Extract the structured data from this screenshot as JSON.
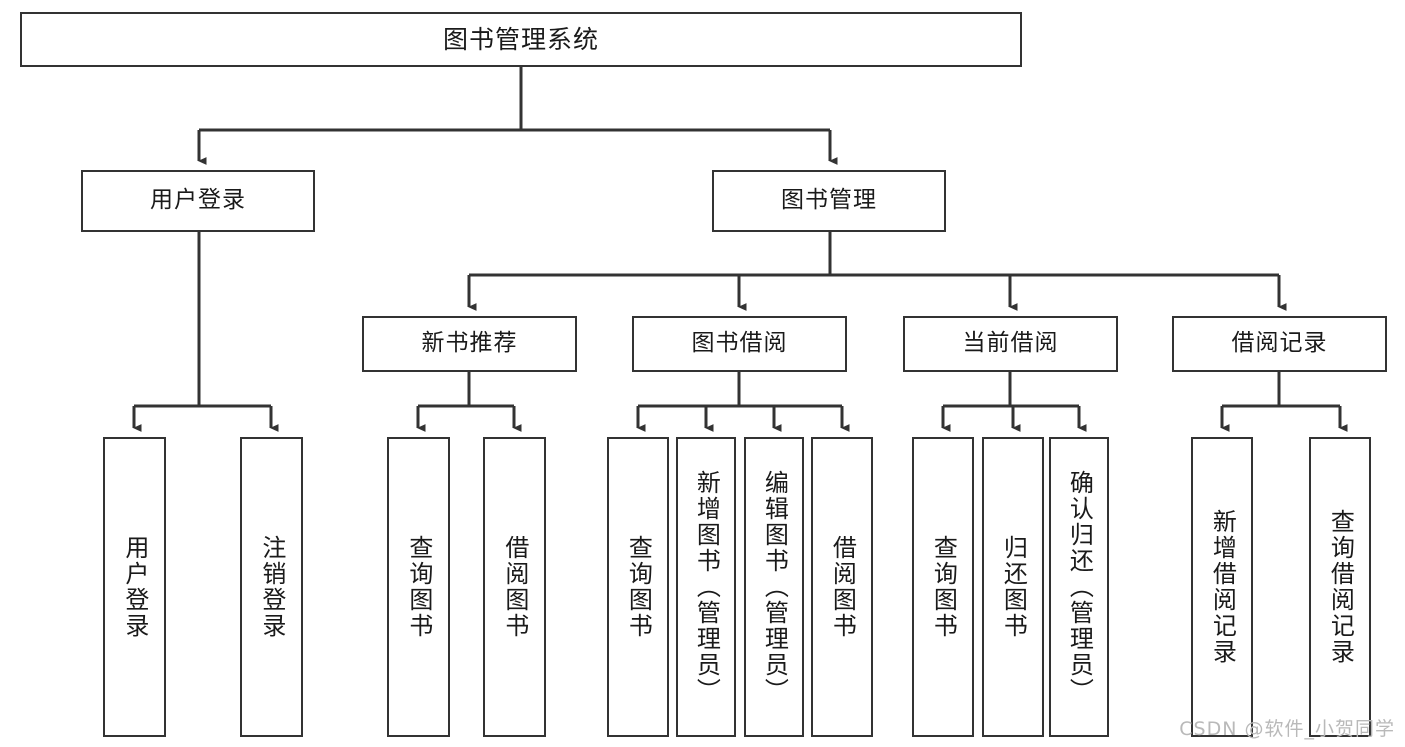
{
  "diagram": {
    "title": "图书管理系统",
    "type": "tree-hierarchy-chart",
    "watermark": "CSDN @软件_小贺同学",
    "colors": {
      "box_border": "#333333",
      "box_fill": "#ffffff",
      "connector": "#333333",
      "text": "#1a1a1a",
      "watermark": "#b9b9b9"
    },
    "nodes": {
      "root": {
        "label": "图书管理系统"
      },
      "level2": [
        {
          "label": "用户登录"
        },
        {
          "label": "图书管理"
        }
      ],
      "level3": [
        {
          "label": "新书推荐"
        },
        {
          "label": "图书借阅"
        },
        {
          "label": "当前借阅"
        },
        {
          "label": "借阅记录"
        }
      ],
      "leaves": [
        {
          "label": "用户登录"
        },
        {
          "label": "注销登录"
        },
        {
          "label": "查询图书"
        },
        {
          "label": "借阅图书"
        },
        {
          "label": "查询图书"
        },
        {
          "label": "新增图书（管理员）"
        },
        {
          "label": "编辑图书（管理员）"
        },
        {
          "label": "借阅图书"
        },
        {
          "label": "查询图书"
        },
        {
          "label": "归还图书"
        },
        {
          "label": "确认归还（管理员）"
        },
        {
          "label": "新增借阅记录"
        },
        {
          "label": "查询借阅记录"
        }
      ]
    }
  }
}
